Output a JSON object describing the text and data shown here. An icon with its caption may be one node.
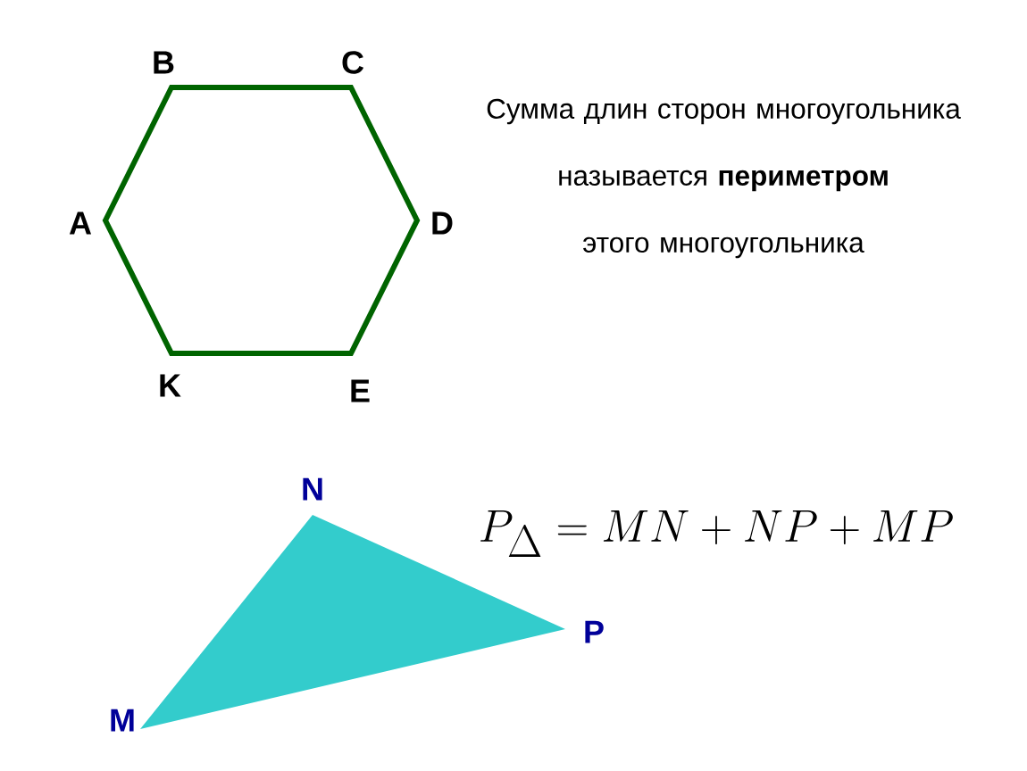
{
  "diagram": {
    "nodes": [
      {
        "text": [],
        "shape": "hexagon",
        "beside": [
          "B",
          "C",
          "A",
          "D",
          "K",
          "E"
        ]
      },
      {
        "text": [],
        "shape": "triangle",
        "beside": [
          "N",
          "P",
          "M"
        ]
      }
    ],
    "labels": [
      "Сумма длин сторон многоугольника называется **периметром** этого многоугольника",
      "P_{\\Delta} = MN + NP + MP"
    ]
  }
}
